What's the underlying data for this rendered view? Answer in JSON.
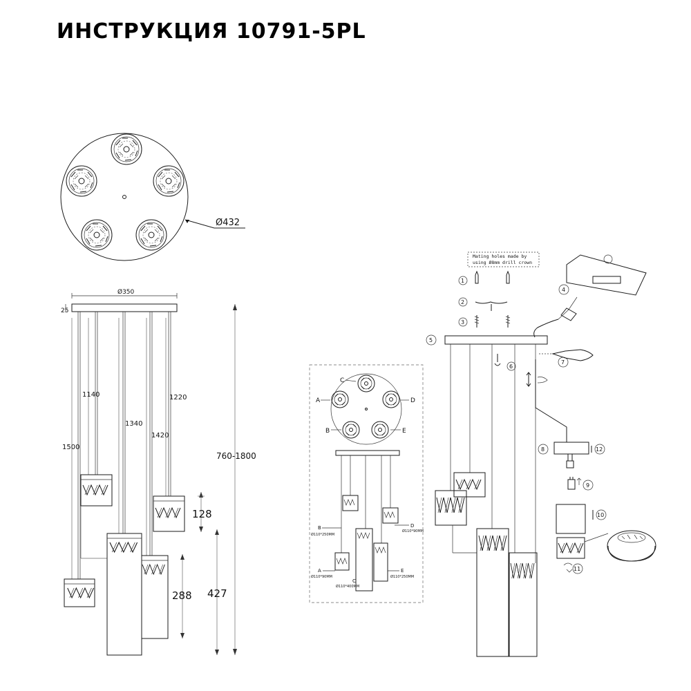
{
  "title": "ИНСТРУКЦИЯ 10791-5PL",
  "top_view": {
    "diameter_label": "Ø432"
  },
  "front_view": {
    "canopy_width_label": "Ø350",
    "canopy_height_label": "25",
    "cable_lengths": [
      "1500",
      "1140",
      "1340",
      "1420",
      "1220"
    ],
    "total_height_label": "760-1800",
    "dim_small": "128",
    "dim_medium": "288",
    "dim_large": "427"
  },
  "layout_view": {
    "positions": [
      "A",
      "B",
      "C",
      "D",
      "E"
    ],
    "labels": {
      "a_size": "Ø110*90MM",
      "b_size": "Ø110*250MM",
      "c_size": "Ø110*400MM",
      "d_size": "Ø110*90MM",
      "e_size": "Ø110*250MM"
    }
  },
  "assembly": {
    "note_line1": "Mating holes made by",
    "note_line2": "using Ø8mm drill crown",
    "steps": [
      "1",
      "2",
      "3",
      "4",
      "5",
      "6",
      "7",
      "8",
      "9",
      "10",
      "11",
      "12"
    ]
  }
}
